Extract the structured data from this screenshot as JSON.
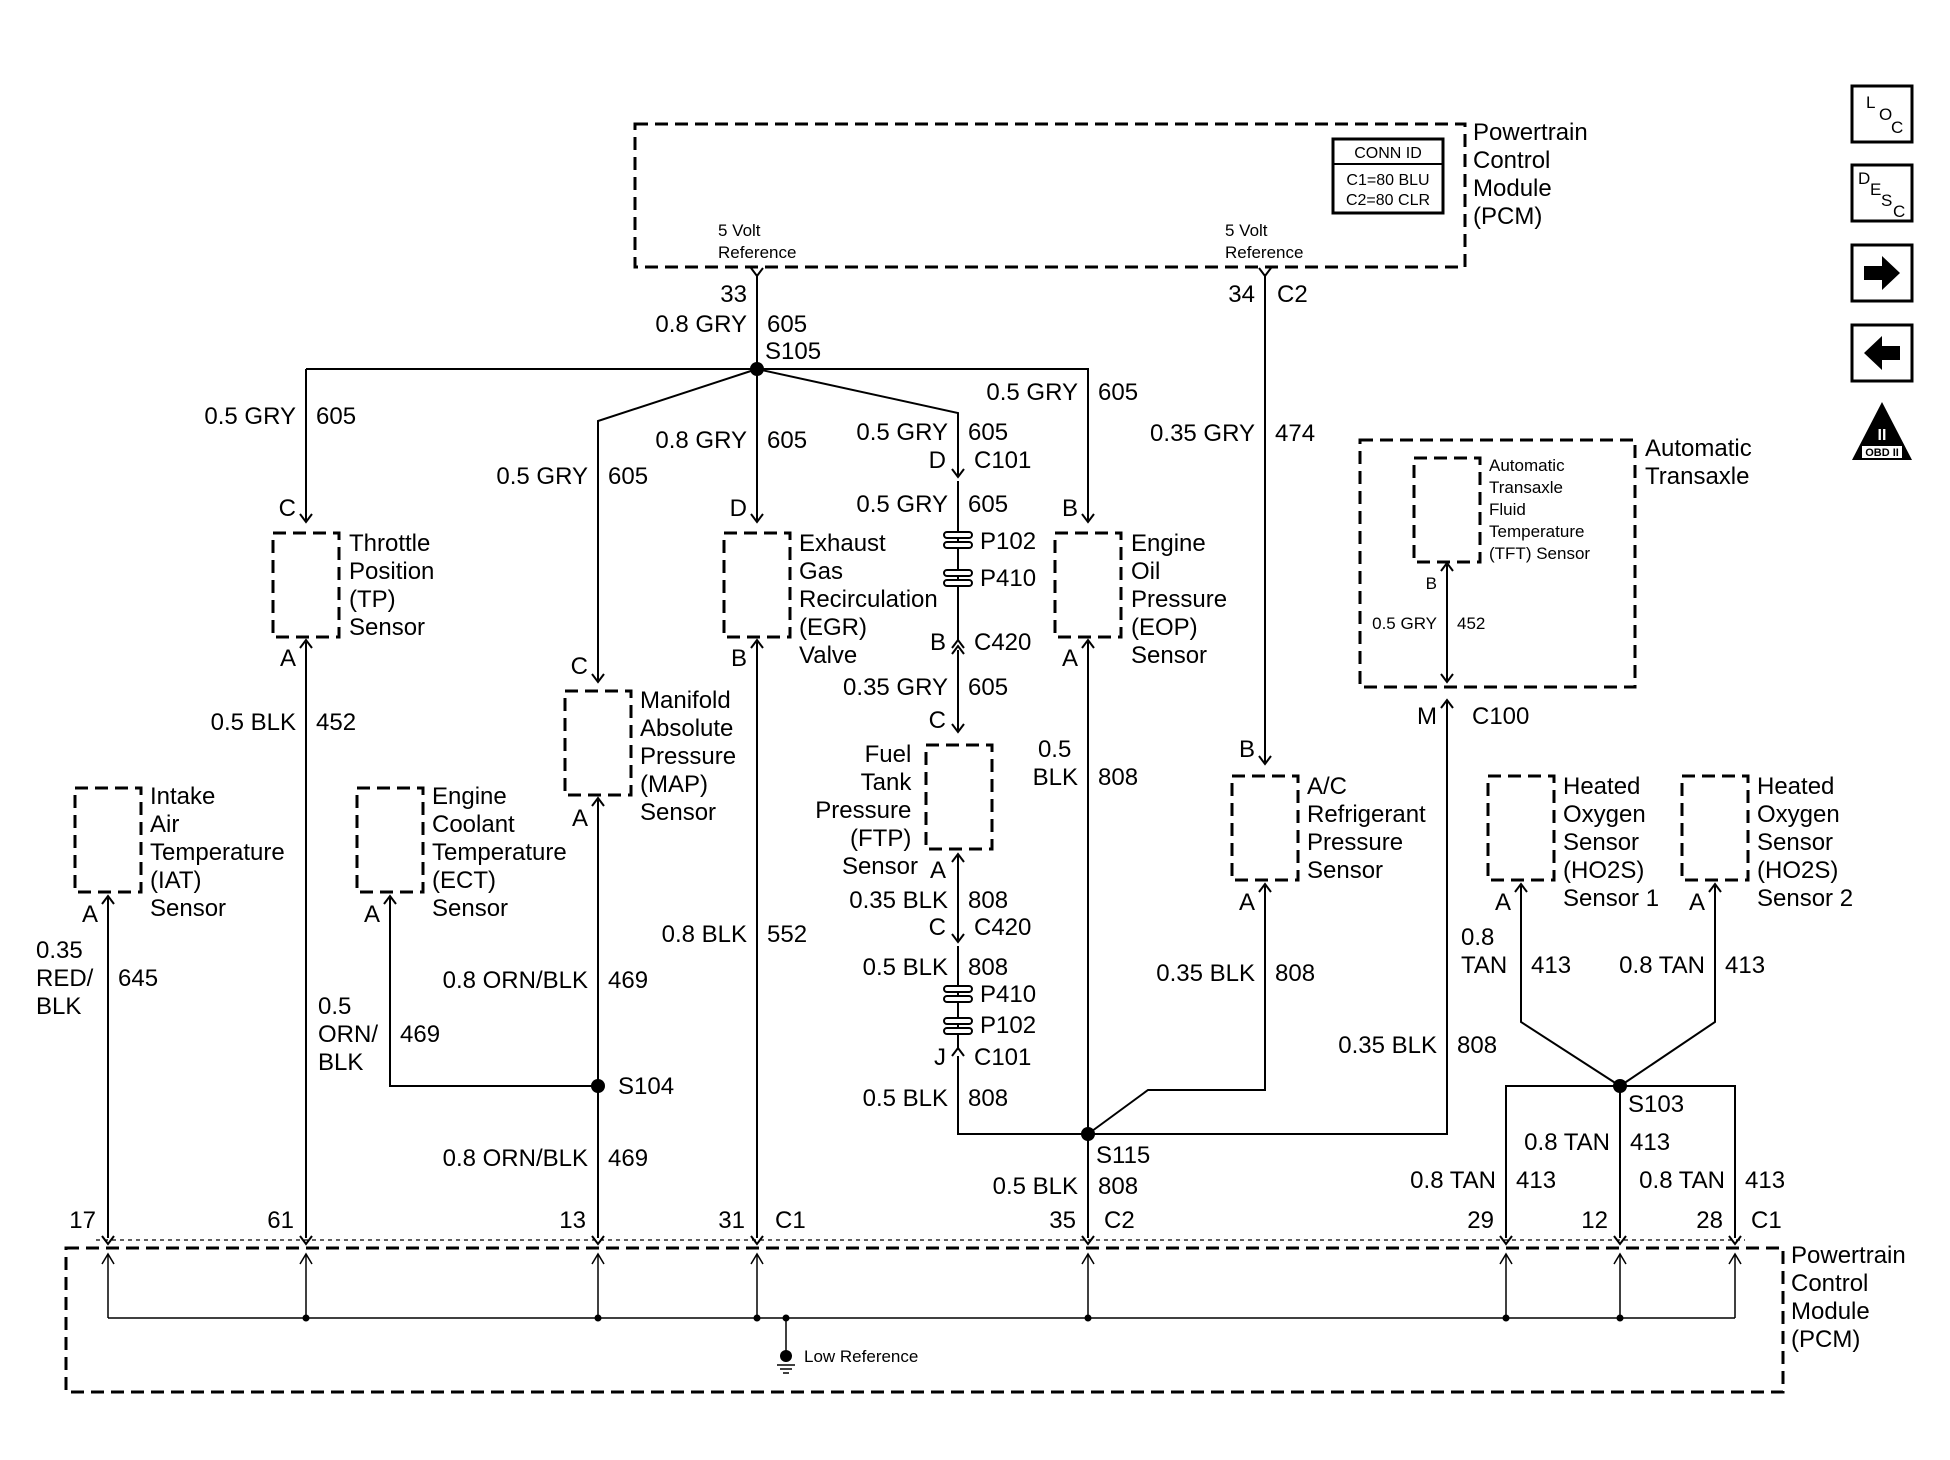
{
  "pcm_top": {
    "name": [
      "Powertrain",
      "Control",
      "Module",
      "(PCM)"
    ],
    "conn_id": [
      "CONN ID",
      "C1=80 BLU",
      "C2=80 CLR"
    ],
    "ref_left": [
      "5 Volt",
      "Reference"
    ],
    "ref_right": [
      "5 Volt",
      "Reference"
    ]
  },
  "pcm_bottom": {
    "name": [
      "Powertrain",
      "Control",
      "Module",
      "(PCM)"
    ],
    "low_reference": "Low Reference"
  },
  "components": {
    "tp": [
      "Throttle",
      "Position",
      "(TP)",
      "Sensor"
    ],
    "map": [
      "Manifold",
      "Absolute",
      "Pressure",
      "(MAP)",
      "Sensor"
    ],
    "egr": [
      "Exhaust",
      "Gas",
      "Recirculation",
      "(EGR)",
      "Valve"
    ],
    "eop": [
      "Engine",
      "Oil",
      "Pressure",
      "(EOP)",
      "Sensor"
    ],
    "ftp": [
      "Fuel",
      "Tank",
      "Pressure",
      "(FTP)",
      "Sensor"
    ],
    "iat": [
      "Intake",
      "Air",
      "Temperature",
      "(IAT)",
      "Sensor"
    ],
    "ect": [
      "Engine",
      "Coolant",
      "Temperature",
      "(ECT)",
      "Sensor"
    ],
    "ac": [
      "A/C",
      "Refrigerant",
      "Pressure",
      "Sensor"
    ],
    "trans_title": [
      "Automatic",
      "Transaxle"
    ],
    "tft": [
      "Automatic",
      "Transaxle",
      "Fluid",
      "Temperature",
      "(TFT) Sensor"
    ],
    "ho2s1": [
      "Heated",
      "Oxygen",
      "Sensor",
      "(HO2S)",
      "Sensor 1"
    ],
    "ho2s2": [
      "Heated",
      "Oxygen",
      "Sensor",
      "(HO2S)",
      "Sensor 2"
    ]
  },
  "splices": {
    "s105": "S105",
    "s104": "S104",
    "s115": "S115",
    "s103": "S103"
  },
  "wires": {
    "top_left_pin": "33",
    "top_left_wire": "0.8 GRY",
    "top_left_circ": "605",
    "top_right_pin": "34",
    "top_right_conn": "C2",
    "tp_wire": "0.5 GRY",
    "tp_circ": "605",
    "map_wire": "0.5 GRY",
    "map_circ": "605",
    "egr_wire": "0.8 GRY",
    "egr_circ": "605",
    "d101_wire": "0.5 GRY",
    "d101_circ": "605",
    "eop_wire": "0.5 GRY",
    "eop_circ": "605",
    "ac_wire": "0.35 GRY",
    "ac_circ": "474",
    "p102_wire": "0.5 GRY",
    "p102_circ": "605",
    "ftp_wire": "0.35 GRY",
    "ftp_circ": "605",
    "tp_sig_wire": "0.5 BLK",
    "tp_sig_circ": "452",
    "eop_sig_wire": [
      "0.5",
      "BLK"
    ],
    "eop_sig_circ": "808",
    "egr_sig_wire": "0.8 BLK",
    "egr_sig_circ": "552",
    "map_sig_wire": "0.8 ORN/BLK",
    "map_sig_circ": "469",
    "ect_sig_wire": [
      "0.5",
      "ORN/",
      "BLK"
    ],
    "ect_sig_circ": "469",
    "s104_wire": "0.8 ORN/BLK",
    "s104_circ": "469",
    "iat_sig_wire": [
      "0.35",
      "RED/",
      "BLK"
    ],
    "iat_sig_circ": "645",
    "ftp_low_wire": "0.35 BLK",
    "ftp_low_circ": "808",
    "p410_low_wire": "0.5 BLK",
    "p410_low_circ": "808",
    "c101_low_wire": "0.5 BLK",
    "c101_low_circ": "808",
    "ac_low_wire": "0.35 BLK",
    "ac_low_circ": "808",
    "tft_wire": "0.5 GRY",
    "tft_circ": "452",
    "c100_low_wire": "0.35 BLK",
    "c100_low_circ": "808",
    "s115_wire": "0.5 BLK",
    "s115_circ": "808",
    "ho2s1_wire": [
      "0.8",
      "TAN"
    ],
    "ho2s1_circ": "413",
    "ho2s2_wire": "0.8 TAN",
    "ho2s2_circ": "413",
    "s103_a_wire": "0.8 TAN",
    "s103_a_circ": "413",
    "s103_b_wire": "0.8 TAN",
    "s103_b_circ": "413",
    "s103_c_wire": "0.8 TAN",
    "s103_c_circ": "413"
  },
  "connectors": {
    "c101": "C101",
    "p102": "P102",
    "p410": "P410",
    "c420": "C420",
    "c100": "C100",
    "c1": "C1",
    "c2": "C2"
  },
  "pins": {
    "tp_c": "C",
    "tp_a": "A",
    "map_c": "C",
    "map_a": "A",
    "egr_d": "D",
    "egr_b": "B",
    "eop_b": "B",
    "eop_a": "A",
    "d": "D",
    "b": "B",
    "ftp_c": "C",
    "ftp_a": "A",
    "c420_c": "C",
    "j": "J",
    "iat_a": "A",
    "ect_a": "A",
    "ac_b": "B",
    "ac_a": "A",
    "tft_b": "B",
    "m": "M",
    "ho2s1_a": "A",
    "ho2s2_a": "A",
    "p17": "17",
    "p61": "61",
    "p13": "13",
    "p31": "31",
    "p35": "35",
    "p29": "29",
    "p12": "12",
    "p28": "28"
  },
  "nav": {
    "loc": [
      "L",
      "O",
      "C"
    ],
    "desc": [
      "D",
      "E",
      "S",
      "C"
    ],
    "next_icon": "arrow-right-icon",
    "prev_icon": "arrow-left-icon",
    "obd": [
      "II",
      "OBD II"
    ]
  }
}
